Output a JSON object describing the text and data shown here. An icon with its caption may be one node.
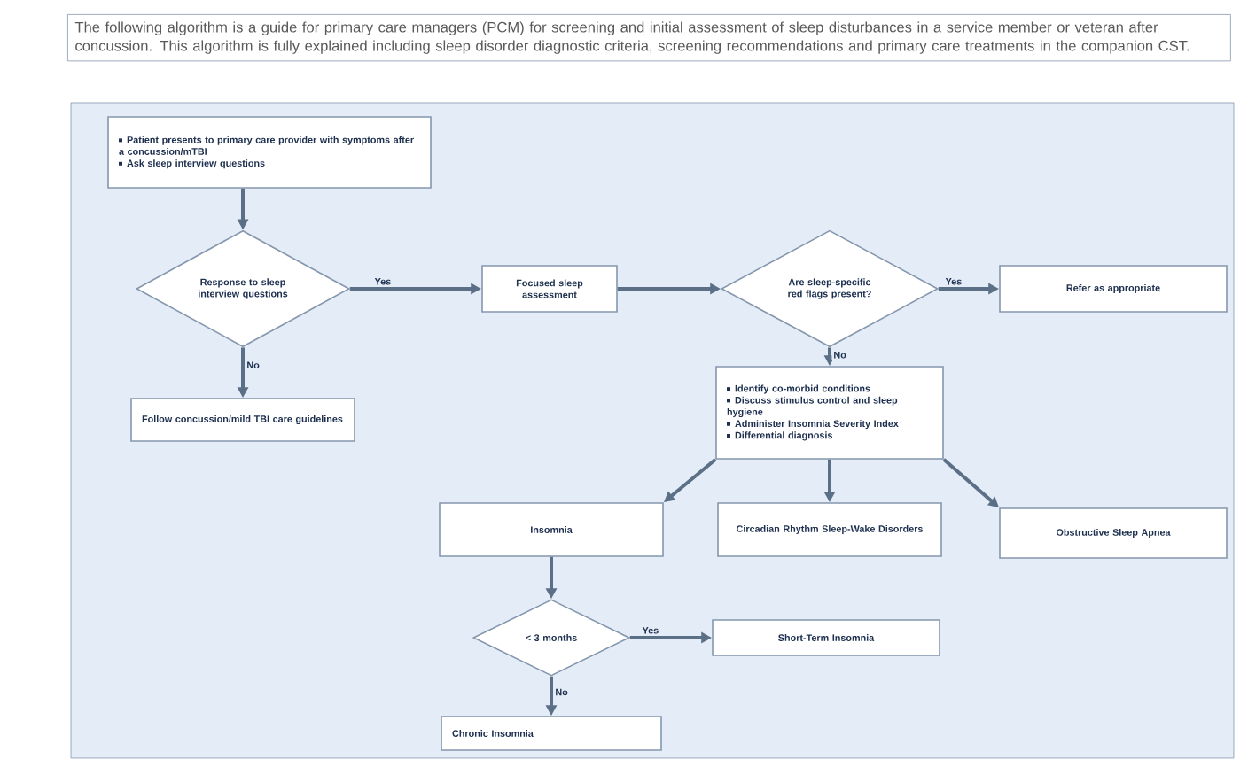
{
  "diagram": {
    "nodes": [
      {
        "text": [
          "Patient presents to primary care provider with symptoms after a concussion/mTBI",
          "Ask sleep interview questions"
        ]
      },
      {
        "text": [
          "Response to sleep interview questions"
        ]
      },
      {
        "text": [
          "Follow concussion/mild TBI care guidelines"
        ]
      },
      {
        "text": [
          "Focused sleep assessment"
        ]
      },
      {
        "text": [
          "Are sleep-specific red flags present?"
        ]
      },
      {
        "text": [
          "Refer as appropriate"
        ]
      },
      {
        "text": [
          "Identify co-morbid conditions",
          "Discuss stimulus control and sleep hygiene",
          "Administer Insomnia Severity Index",
          "Differential diagnosis"
        ]
      },
      {
        "text": [
          "Insomnia"
        ]
      },
      {
        "text": [
          "Circadian Rhythm Sleep-Wake Disorders"
        ]
      },
      {
        "text": [
          "Obstructive Sleep Apnea"
        ]
      },
      {
        "text": [
          "< 3 months"
        ]
      },
      {
        "text": [
          "Short-Term Insomnia"
        ]
      },
      {
        "text": [
          "Chronic Insomnia"
        ]
      }
    ],
    "edges": [
      {
        "from": 0,
        "to": 1,
        "arrow": "to"
      },
      {
        "from": 1,
        "to": 3,
        "arrow": "to",
        "label": "Yes"
      },
      {
        "from": 1,
        "to": 2,
        "arrow": "to",
        "label": "No"
      },
      {
        "from": 3,
        "to": 4,
        "arrow": "to"
      },
      {
        "from": 4,
        "to": 5,
        "arrow": "to",
        "label": "Yes"
      },
      {
        "from": 4,
        "to": 6,
        "arrow": "to",
        "label": "No"
      },
      {
        "from": 6,
        "to": 7,
        "arrow": "to"
      },
      {
        "from": 6,
        "to": 8,
        "arrow": "to"
      },
      {
        "from": 6,
        "to": 9,
        "arrow": "to"
      },
      {
        "from": 7,
        "to": 10,
        "arrow": "to"
      },
      {
        "from": 10,
        "to": 11,
        "arrow": "to",
        "label": "Yes"
      },
      {
        "from": 10,
        "to": 12,
        "arrow": "to",
        "label": "No"
      }
    ],
    "labels": [
      "The following algorithm is a guide for primary care managers (PCM) for screening and initial assessment of sleep disturbances in a service member or veteran after concussion. This algorithm is fully explained including sleep disorder diagnostic criteria, screening recommendations and primary care treatments in the companion CST."
    ]
  }
}
